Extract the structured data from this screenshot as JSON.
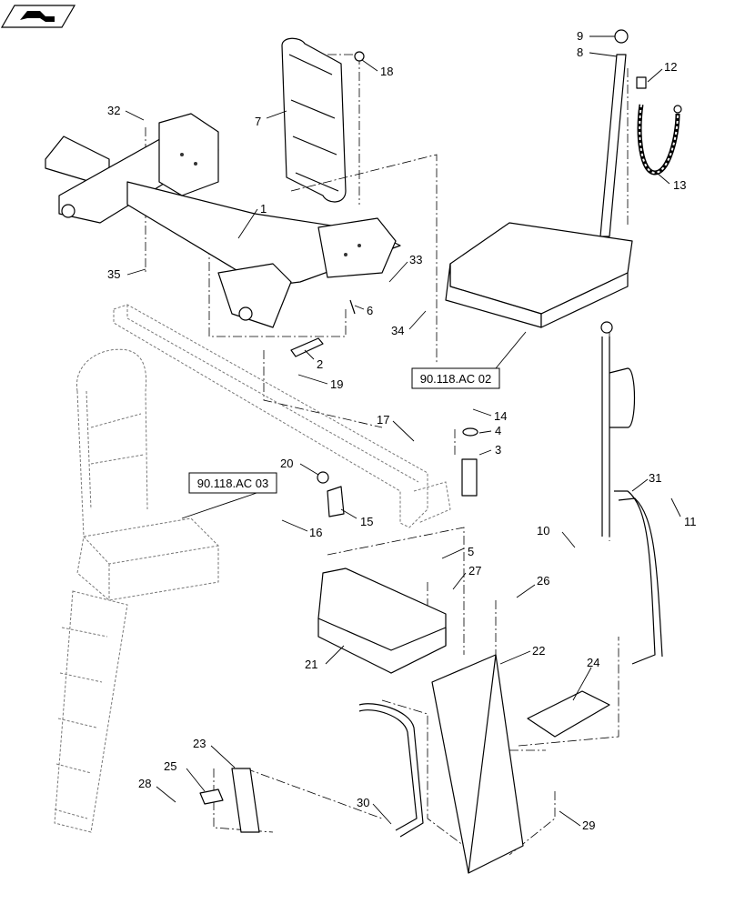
{
  "nav_icon": {
    "name": "navigate-back-icon",
    "color": "#000000"
  },
  "callouts": [
    "1",
    "2",
    "3",
    "4",
    "5",
    "6",
    "7",
    "8",
    "9",
    "10",
    "11",
    "12",
    "13",
    "14",
    "15",
    "16",
    "17",
    "18",
    "19",
    "20",
    "21",
    "22",
    "23",
    "24",
    "25",
    "26",
    "27",
    "28",
    "29",
    "30",
    "31",
    "32",
    "33",
    "34",
    "35"
  ],
  "references": [
    "90.118.AC 02",
    "90.118.AC 03"
  ]
}
